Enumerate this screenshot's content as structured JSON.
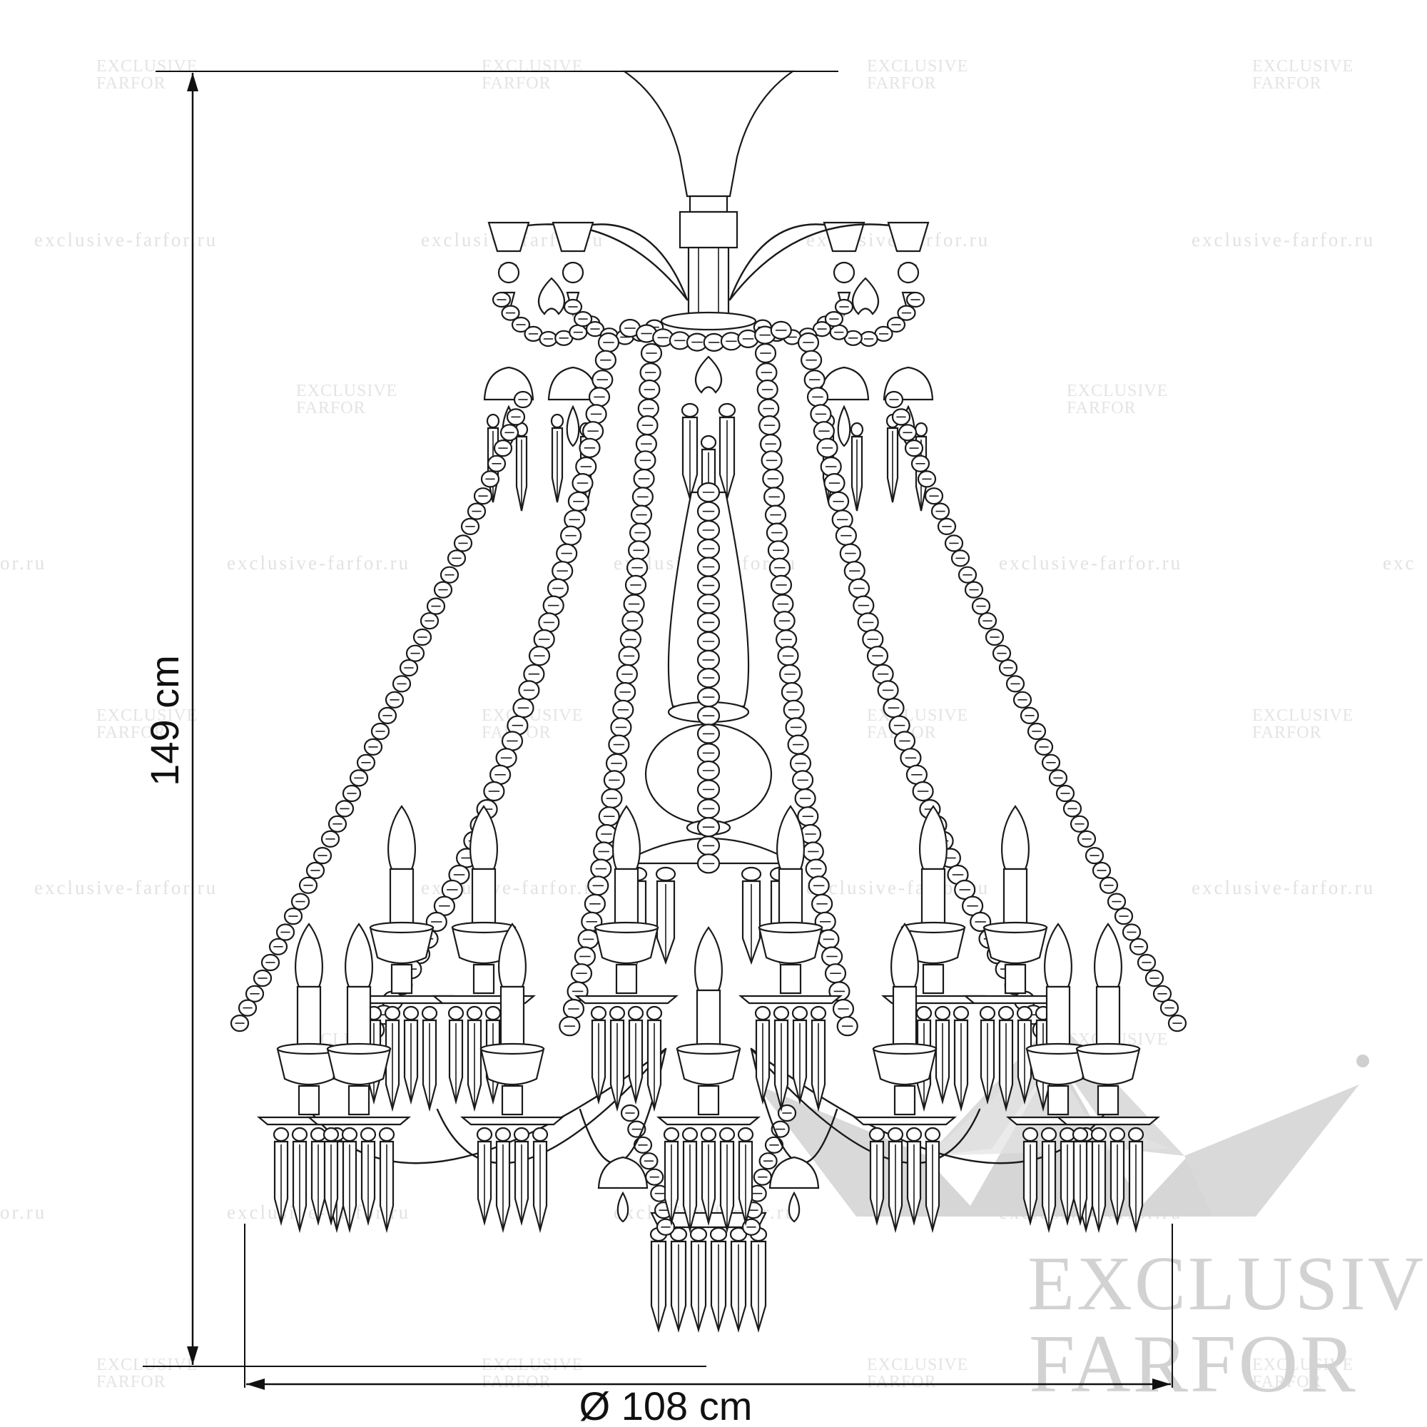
{
  "dimensions": {
    "height_label": "149 cm",
    "diameter_label": "Ø 108 cm"
  },
  "watermark": {
    "line1": "EXCLUSIVE",
    "line2": "FARFOR",
    "url": "exclusive-farfor.ru",
    "url_partial_left": "or.ru",
    "url_partial_right": "exc"
  },
  "logo": {
    "line1": "EXCLUSIVE",
    "line2": "FARFOR"
  },
  "colors": {
    "ink": "#1a1a1a",
    "watermark": "#e2e2e2",
    "logo": "#d2d2d2"
  }
}
